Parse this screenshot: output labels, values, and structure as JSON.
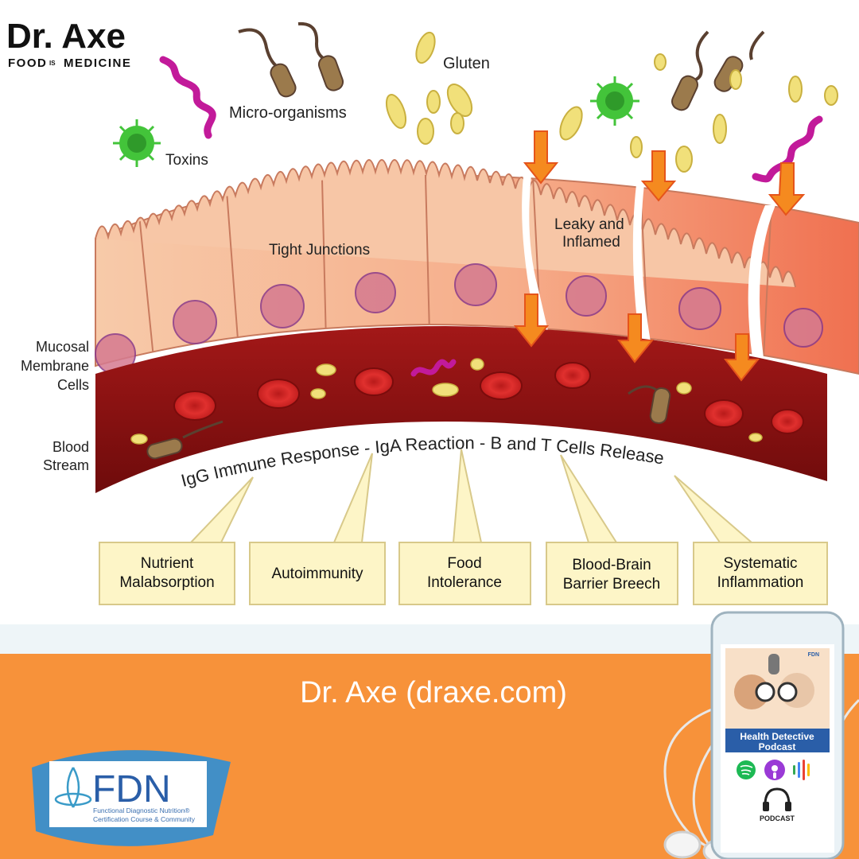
{
  "brand": {
    "title": "Dr. Axe",
    "tagline_left": "FOOD",
    "tagline_is": "IS",
    "tagline_right": "MEDICINE"
  },
  "labels": {
    "gluten": "Gluten",
    "micro_organisms": "Micro-organisms",
    "toxins": "Toxins",
    "tight_junctions": "Tight Junctions",
    "leaky_line1": "Leaky and",
    "leaky_line2": "Inflamed",
    "mucosal_line1": "Mucosal",
    "mucosal_line2": "Membrane",
    "mucosal_line3": "Cells",
    "blood_line1": "Blood",
    "blood_line2": "Stream",
    "immune_response": "IgG Immune Response - IgA Reaction - B and T Cells Release"
  },
  "boxes": [
    {
      "line1": "Nutrient",
      "line2": "Malabsorption"
    },
    {
      "line1": "Autoimmunity",
      "line2": ""
    },
    {
      "line1": "Food",
      "line2": "Intolerance"
    },
    {
      "line1": "Blood-Brain",
      "line2": "Barrier Breech"
    },
    {
      "line1": "Systematic",
      "line2": "Inflammation"
    }
  ],
  "credit": "Dr. Axe (draxe.com)",
  "fdn": {
    "logo": "FDN",
    "line1": "Functional Diagnostic Nutrition®",
    "line2": "Certification Course & Community"
  },
  "podcast": {
    "header": "FDN",
    "title_line1": "Health Detective",
    "title_line2": "Podcast",
    "badge": "PODCAST"
  },
  "colors": {
    "orange_band": "#f7923a",
    "blood": "#8e1212",
    "cell_light": "#f6c3a4",
    "cell_inflamed": "#f27b5c",
    "box_fill": "#fdf5c7",
    "arrow": "#f58a1f",
    "virus": "#3fbf38",
    "gluten": "#f1e07a"
  }
}
